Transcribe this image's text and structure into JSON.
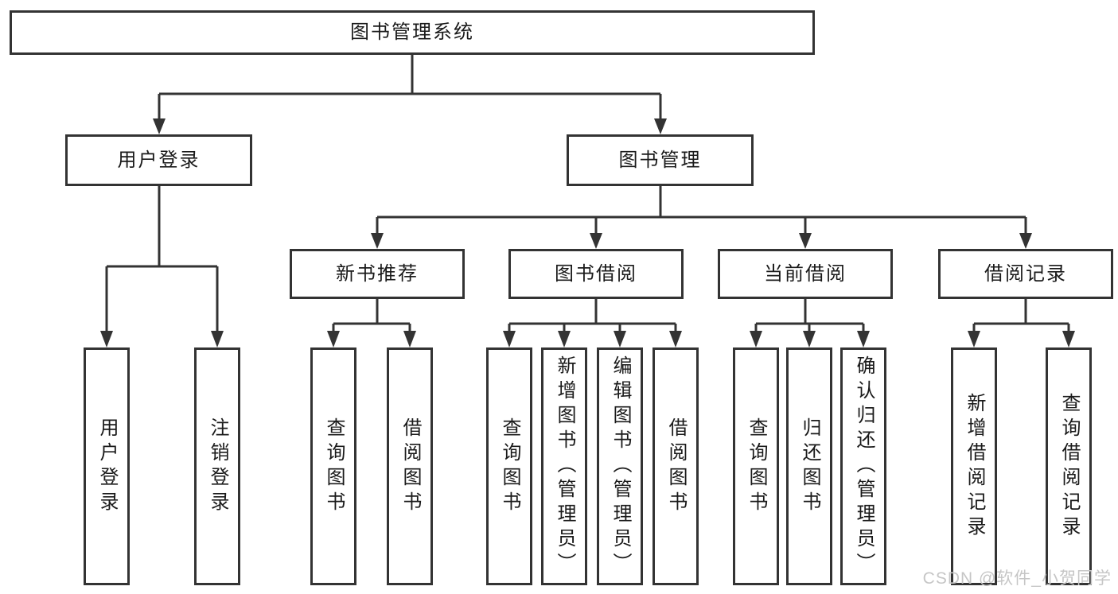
{
  "title": "图书管理系统",
  "level2": [
    "用户登录",
    "图书管理"
  ],
  "level3": [
    "新书推荐",
    "图书借阅",
    "当前借阅",
    "借阅记录"
  ],
  "leaves": {
    "user_login": [
      "用户登录",
      "注销登录"
    ],
    "new_book": [
      "查询图书",
      "借阅图书"
    ],
    "book_borrow": [
      "查询图书",
      "新增图书（管理员）",
      "编辑图书（管理员）",
      "借阅图书"
    ],
    "current_borrow": [
      "查询图书",
      "归还图书",
      "确认归还（管理员）"
    ],
    "borrow_records": [
      "新增借阅记录",
      "查询借阅记录"
    ]
  },
  "watermark": "CSDN @软件_小贺同学",
  "colors": {
    "line": "#333333",
    "text": "#1a1a1a",
    "watermark": "#c6c6c6",
    "background": "#ffffff"
  }
}
